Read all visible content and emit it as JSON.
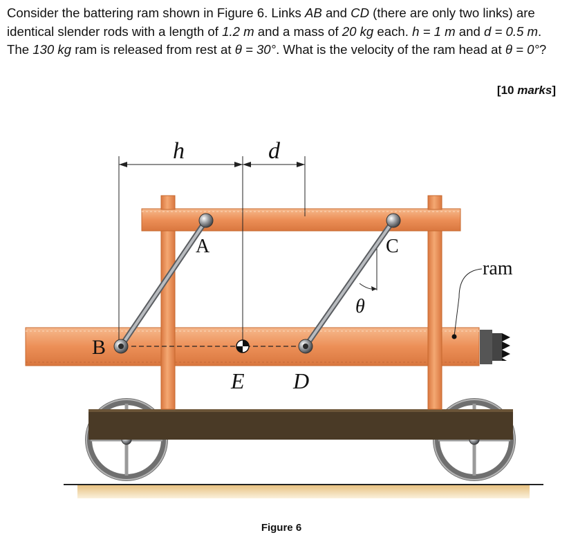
{
  "question": {
    "p1": "Consider the battering ram shown in Figure 6. Links ",
    "ab": "AB",
    "p2": " and ",
    "cd": "CD",
    "p3": " (there are only two links) are identical slender rods with a length of ",
    "len": "1.2 m",
    "p4": " and a mass of ",
    "mass": "20 kg",
    "p5": " each. ",
    "h": "h = 1 m",
    "p6": " and ",
    "d": "d = 0.5 m",
    "p7": ". The ",
    "ram_mass": "130 kg",
    "p8": " ram is released from rest at ",
    "theta0": "θ = 30°",
    "p9": ". What is the velocity of the ram head at ",
    "theta1": "θ = 0°",
    "p10": "?"
  },
  "marks": {
    "open": "[10 ",
    "word": "marks",
    "close": "]"
  },
  "figure": {
    "labels": {
      "h": "h",
      "d": "d",
      "A": "A",
      "B": "B",
      "C": "C",
      "D_point": "D",
      "E": "E",
      "D_below": "D",
      "theta": "θ",
      "ram": "ram"
    },
    "colors": {
      "wood": "#e8874f",
      "wood_light": "#f3ae7d",
      "wood_dark": "#c86a36",
      "deck": "#4a3a26",
      "ground": "#e9c98c",
      "link": "#8f9296",
      "link_dark": "#5a5d61"
    },
    "caption": "Figure 6"
  }
}
